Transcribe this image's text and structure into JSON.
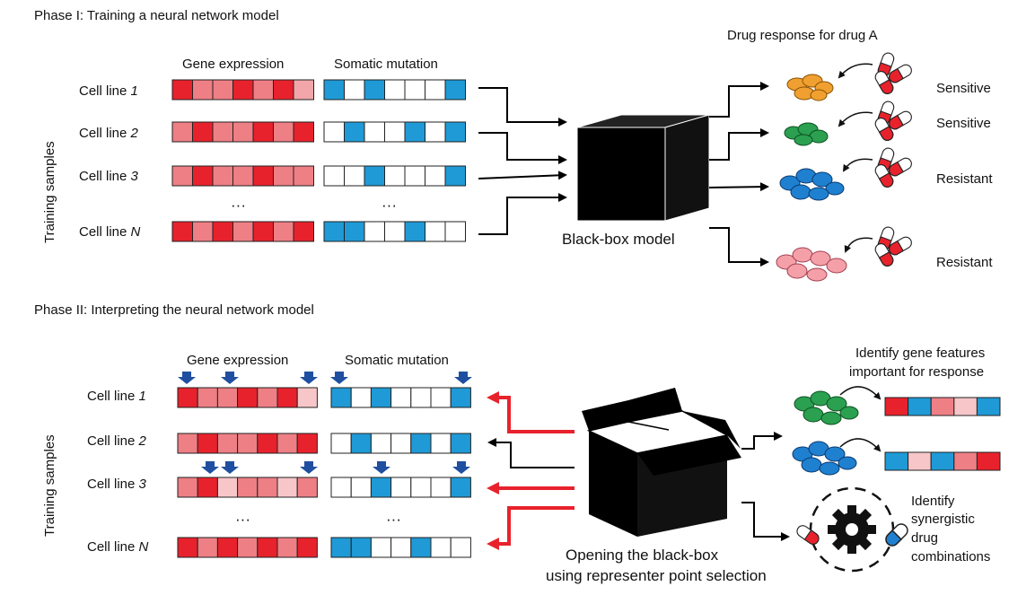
{
  "phase1": {
    "title": "Phase I: Training a neural network model",
    "side_label": "Training samples",
    "gene_header": "Gene expression",
    "mut_header": "Somatic mutation",
    "rows": [
      {
        "label": "Cell line ",
        "idx": "1",
        "gene": [
          "#e8222c",
          "#ee7f85",
          "#ee7f85",
          "#e8222c",
          "#ee7f85",
          "#e8222c",
          "#f2a6aa"
        ],
        "mut": [
          1,
          0,
          1,
          0,
          0,
          0,
          1
        ]
      },
      {
        "label": "Cell line ",
        "idx": "2",
        "gene": [
          "#ee7f85",
          "#e8222c",
          "#ee7f85",
          "#ee7f85",
          "#e8222c",
          "#ee7f85",
          "#e8222c"
        ],
        "mut": [
          0,
          1,
          0,
          0,
          1,
          0,
          1
        ]
      },
      {
        "label": "Cell line ",
        "idx": "3",
        "gene": [
          "#ee7f85",
          "#e8222c",
          "#ee7f85",
          "#ee7f85",
          "#e8222c",
          "#ee7f85",
          "#ee7f85"
        ],
        "mut": [
          0,
          0,
          1,
          0,
          0,
          0,
          1
        ]
      },
      {
        "label": "Cell line ",
        "idx": "N",
        "gene": [
          "#e8222c",
          "#ee7f85",
          "#e8222c",
          "#ee7f85",
          "#e8222c",
          "#ee7f85",
          "#e8222c"
        ],
        "mut": [
          1,
          1,
          0,
          0,
          1,
          0,
          0
        ]
      }
    ],
    "ellipsis": "···",
    "model_label": "Black-box model",
    "drug_title": "Drug response for drug A",
    "responses": [
      "Sensitive",
      "Sensitive",
      "Resistant",
      "Resistant"
    ]
  },
  "phase2": {
    "title": "Phase II: Interpreting the neural network model",
    "side_label": "Training samples",
    "gene_header": "Gene expression",
    "mut_header": "Somatic mutation",
    "rows": [
      {
        "label": "Cell line ",
        "idx": "1",
        "gene": [
          "#e8222c",
          "#ee7f85",
          "#ee7f85",
          "#e8222c",
          "#ee7f85",
          "#e8222c",
          "#f7c6c9"
        ],
        "mut": [
          1,
          0,
          1,
          0,
          0,
          0,
          1
        ]
      },
      {
        "label": "Cell line ",
        "idx": "2",
        "gene": [
          "#ee7f85",
          "#e8222c",
          "#ee7f85",
          "#ee7f85",
          "#e8222c",
          "#ee7f85",
          "#e8222c"
        ],
        "mut": [
          0,
          1,
          0,
          0,
          1,
          0,
          1
        ]
      },
      {
        "label": "Cell line ",
        "idx": "3",
        "gene": [
          "#ee7f85",
          "#e8222c",
          "#f7c6c9",
          "#ee7f85",
          "#ee7f85",
          "#f7c6c9",
          "#ee7f85"
        ],
        "mut": [
          0,
          0,
          1,
          0,
          0,
          0,
          1
        ]
      },
      {
        "label": "Cell line ",
        "idx": "N",
        "gene": [
          "#e8222c",
          "#ee7f85",
          "#e8222c",
          "#ee7f85",
          "#e8222c",
          "#ee7f85",
          "#e8222c"
        ],
        "mut": [
          1,
          1,
          0,
          0,
          1,
          0,
          0
        ]
      }
    ],
    "ellipsis": "···",
    "open_label_1": "Opening the black-box",
    "open_label_2": "using representer point selection",
    "identify_1": "Identify gene features",
    "identify_2": "important for response",
    "synergy_1": "Identify",
    "synergy_2": "synergistic",
    "synergy_3": "drug",
    "synergy_4": "combinations",
    "feature_bar_1": [
      "#e8222c",
      "#1f9ad6",
      "#ee7f85",
      "#f7c6c9",
      "#1f9ad6"
    ],
    "feature_bar_2": [
      "#1f9ad6",
      "#f7c6c9",
      "#1f9ad6",
      "#ee7f85",
      "#e8222c"
    ]
  },
  "colors": {
    "blue_cell": "#1f9ad6",
    "arrow_red": "#e8222c",
    "marker_blue": "#1f4fa0"
  }
}
